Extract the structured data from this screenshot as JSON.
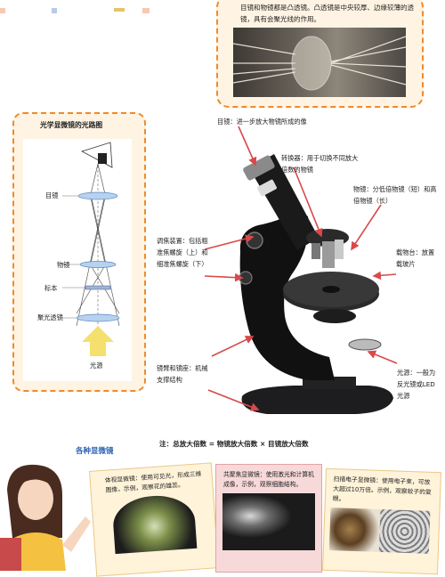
{
  "intro": {
    "text": "目镜和物镜都是凸透镜。凸透镜是中央较厚、边缘较薄的透镜，具有会聚光线的作用。"
  },
  "light_path": {
    "title": "光学显微镜的光路图",
    "labels": {
      "eyepiece": "目镜",
      "objective": "物镜",
      "specimen": "标本",
      "condenser": "聚光透镜",
      "light_source": "光源"
    }
  },
  "parts": {
    "eyepiece": "目镜：进一步放大物镜所成的像",
    "revolver": "转换器：用于切换不同放大倍数的物镜",
    "objective": "物镜：分低倍物镜（短）和高倍物镜（长）",
    "focus": "调焦装置：包括粗准焦螺旋（上）和细准焦螺旋（下）",
    "stage": "载物台：放置载玻片",
    "arm": "镜臂和镜座：机械支撑结构",
    "light": "光源：一般为反光镜或LED光源"
  },
  "note": "注：总放大倍数 = 物镜放大倍数 × 目镜放大倍数",
  "section_title": "各种显微镜",
  "microscopes": [
    {
      "text": "体视显微镜：使用可见光，形成三维图像，示例，观察花的雄蕊。"
    },
    {
      "text": "共聚焦显微镜：使用激光和计算机成像，示例，观察细胞结构。"
    },
    {
      "text": "扫描电子显微镜：使用电子束，可放大超过10万倍。示例，观察蚊子的复眼。"
    }
  ],
  "colors": {
    "accent_orange": "#f08a2a",
    "arrow_red": "#d9484a",
    "panel_bg": "#fff4e3",
    "section_blue": "#2a63b0"
  }
}
